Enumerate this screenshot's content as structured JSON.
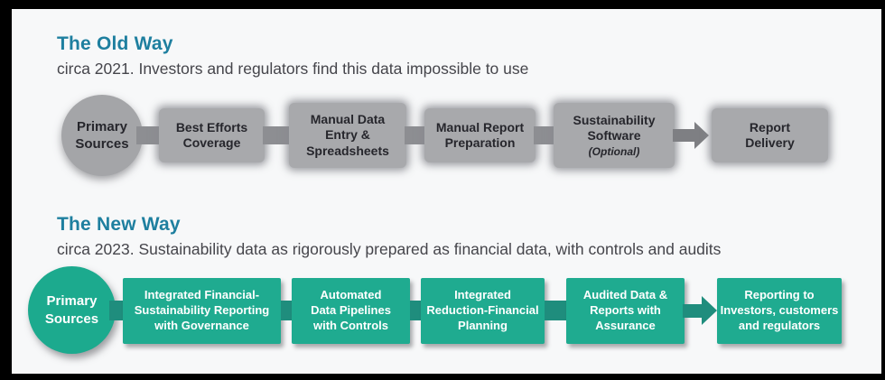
{
  "colors": {
    "bg": "#f7f8f9",
    "heading": "#1e7f9f",
    "subtitle": "#45454b",
    "old-box": "#a8a9ac",
    "old-circle": "#a4a5a8",
    "old-conn": "#8d8e92",
    "old-arrow": "#7e7f83",
    "old-text": "#26262c",
    "new-box": "#1fab90",
    "new-circle": "#1caa8e",
    "new-conn": "#1f8d7d"
  },
  "old_way": {
    "title": "The Old Way",
    "subtitle": "circa 2021. Investors and regulators find this data impossible to use",
    "source": {
      "label": "Primary\nSources"
    },
    "steps": [
      {
        "label": "Best Efforts\nCoverage"
      },
      {
        "label": "Manual Data\nEntry &\nSpreadsheets"
      },
      {
        "label": "Manual Report\nPreparation"
      },
      {
        "label": "Sustainability\nSoftware",
        "note": "(Optional)"
      }
    ],
    "result": {
      "label": "Report\nDelivery"
    }
  },
  "new_way": {
    "title": "The New Way",
    "subtitle": "circa 2023. Sustainability data as rigorously prepared as financial data, with controls and audits",
    "source": {
      "label": "Primary\nSources"
    },
    "steps": [
      {
        "label": "Integrated Financial-\nSustainability Reporting\nwith Governance"
      },
      {
        "label": "Automated\nData Pipelines\nwith Controls"
      },
      {
        "label": "Integrated\nReduction-Financial\nPlanning"
      },
      {
        "label": "Audited Data &\nReports with\nAssurance"
      }
    ],
    "result": {
      "label": "Reporting to\nInvestors, customers\nand regulators"
    }
  }
}
